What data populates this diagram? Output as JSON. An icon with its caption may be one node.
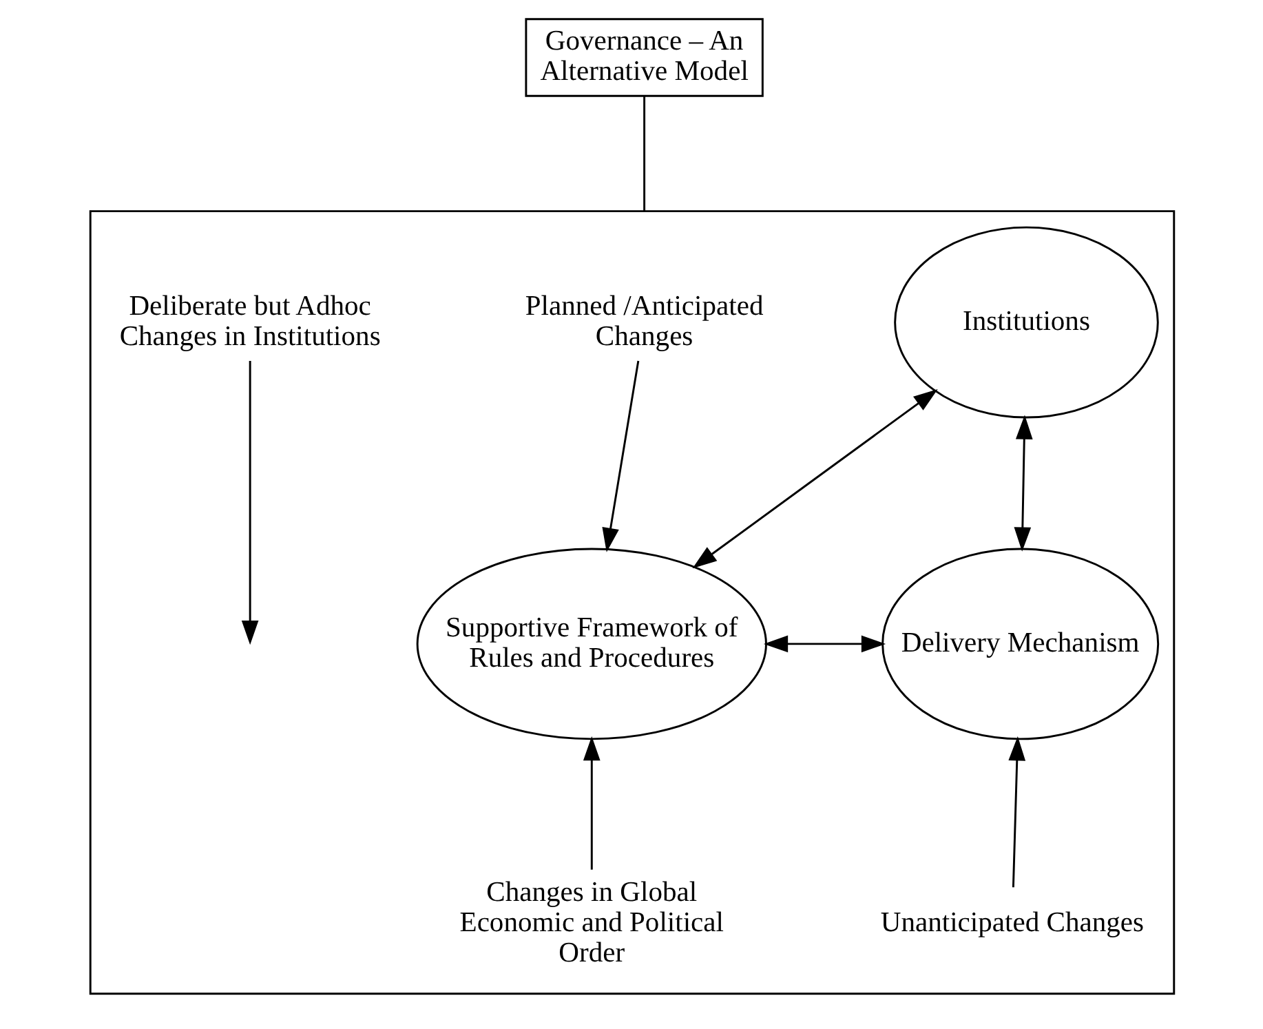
{
  "diagram": {
    "nodes": [
      {
        "text": [
          "Governance – An Alternative Model"
        ]
      },
      {
        "text": [],
        "shape": "box"
      },
      {
        "text": [
          "Planned /Anticipated Changes"
        ],
        "in": 1
      },
      {
        "text": [
          "Institutions"
        ],
        "in": 1
      },
      {
        "text": [
          "Deliberate but Adhoc Changes in Institutions"
        ],
        "in": 1
      },
      {
        "text": [
          "Supportive Framework of Rules and Procedures"
        ],
        "in": 1
      },
      {
        "text": [
          "Delivery Mechanism"
        ],
        "in": 1
      },
      {
        "text": [
          "Changes in Global Economic and Political Order"
        ],
        "in": 1
      },
      {
        "text": [
          "Unanticipated Changes"
        ],
        "in": 1
      }
    ],
    "edges": [
      {
        "from": 0,
        "to": 1,
        "arrow": "none"
      },
      {
        "from": 2,
        "to": 5,
        "arrow": "to"
      },
      {
        "from": 4,
        "to": null,
        "arrow": "to"
      },
      {
        "from": 3,
        "to": 5,
        "arrow": "both"
      },
      {
        "from": 3,
        "to": 6,
        "arrow": "both"
      },
      {
        "from": 5,
        "to": 6,
        "arrow": "both"
      },
      {
        "from": 7,
        "to": 5,
        "arrow": "to"
      },
      {
        "from": 8,
        "to": 6,
        "arrow": "to"
      }
    ]
  }
}
